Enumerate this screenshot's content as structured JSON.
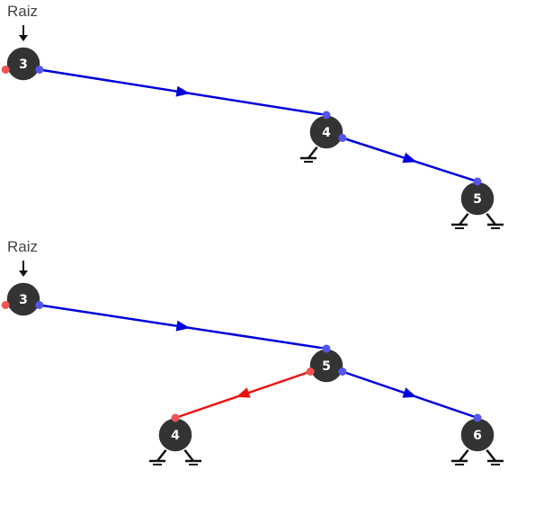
{
  "colors": {
    "node_fill": "#333333",
    "node_stroke": "#ffffff",
    "right_edge": "#0000dd",
    "left_edge": "#ee1111",
    "right_port": "#5555ee",
    "left_port": "#ee5555",
    "ground": "#111111",
    "pointer": "#111111"
  },
  "trees": [
    {
      "root_label": "Raiz",
      "nodes": [
        {
          "id": "3",
          "label": "3"
        },
        {
          "id": "4",
          "label": "4"
        },
        {
          "id": "5",
          "label": "5"
        }
      ],
      "edges": [
        {
          "from": "3",
          "to": "4",
          "side": "right"
        },
        {
          "from": "4",
          "to": "5",
          "side": "right"
        }
      ],
      "nil_children": [
        {
          "node": "4",
          "side": "left"
        },
        {
          "node": "5",
          "side": "left"
        },
        {
          "node": "5",
          "side": "right"
        }
      ]
    },
    {
      "root_label": "Raiz",
      "nodes": [
        {
          "id": "3",
          "label": "3"
        },
        {
          "id": "5",
          "label": "5"
        },
        {
          "id": "4",
          "label": "4"
        },
        {
          "id": "6",
          "label": "6"
        }
      ],
      "edges": [
        {
          "from": "3",
          "to": "5",
          "side": "right"
        },
        {
          "from": "5",
          "to": "4",
          "side": "left"
        },
        {
          "from": "5",
          "to": "6",
          "side": "right"
        }
      ],
      "nil_children": [
        {
          "node": "4",
          "side": "left"
        },
        {
          "node": "4",
          "side": "right"
        },
        {
          "node": "6",
          "side": "left"
        },
        {
          "node": "6",
          "side": "right"
        }
      ]
    }
  ]
}
